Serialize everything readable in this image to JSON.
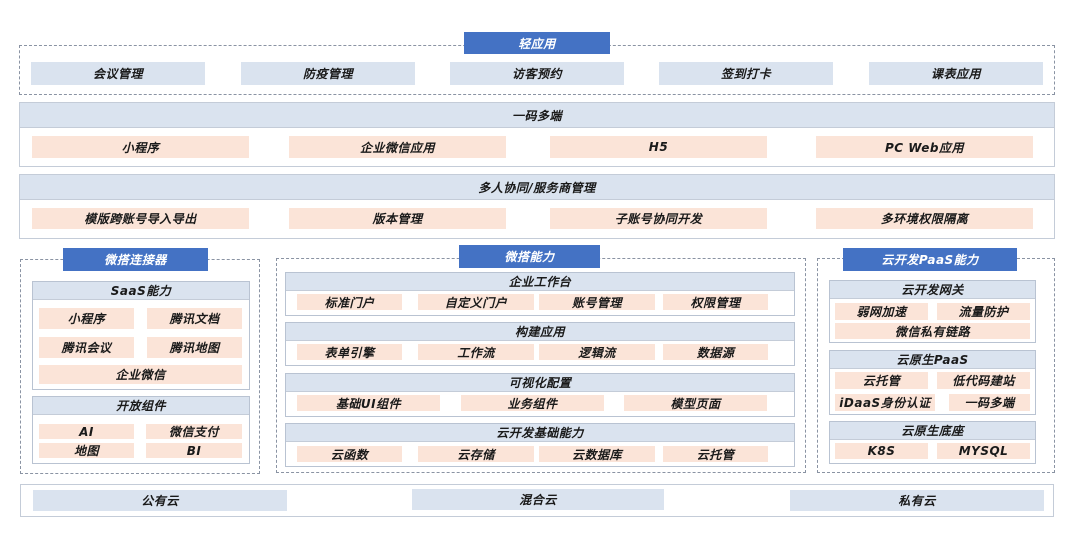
{
  "light_apps": {
    "title": "轻应用",
    "items": [
      "会议管理",
      "防疫管理",
      "访客预约",
      "签到打卡",
      "课表应用"
    ]
  },
  "multi_platform": {
    "title": "一码多端",
    "items": [
      "小程序",
      "企业微信应用",
      "H5",
      "PC Web应用"
    ]
  },
  "collaboration": {
    "title": "多人协同/服务商管理",
    "items": [
      "模版跨账号导入导出",
      "版本管理",
      "子账号协同开发",
      "多环境权限隔离"
    ]
  },
  "connector": {
    "title": "微搭连接器",
    "saas": {
      "title": "SaaS能力",
      "items": [
        "小程序",
        "腾讯文档",
        "腾讯会议",
        "腾讯地图",
        "企业微信"
      ]
    },
    "open": {
      "title": "开放组件",
      "items": [
        "AI",
        "微信支付",
        "地图",
        "BI"
      ]
    }
  },
  "capability": {
    "title": "微搭能力",
    "groups": [
      {
        "title": "企业工作台",
        "items": [
          "标准门户",
          "自定义门户",
          "账号管理",
          "权限管理"
        ]
      },
      {
        "title": "构建应用",
        "items": [
          "表单引擎",
          "工作流",
          "逻辑流",
          "数据源"
        ]
      },
      {
        "title": "可视化配置",
        "items": [
          "基础UI组件",
          "业务组件",
          "模型页面"
        ]
      },
      {
        "title": "云开发基础能力",
        "items": [
          "云函数",
          "云存储",
          "云数据库",
          "云托管"
        ]
      }
    ]
  },
  "paas": {
    "title": "云开发PaaS能力",
    "gateway": {
      "title": "云开发网关",
      "items": [
        "弱网加速",
        "流量防护",
        "微信私有链路"
      ]
    },
    "native": {
      "title": "云原生PaaS",
      "items": [
        "云托管",
        "低代码建站",
        "iDaaS身份认证",
        "一码多端"
      ]
    },
    "base": {
      "title": "云原生底座",
      "items": [
        "K8S",
        "MYSQL"
      ]
    }
  },
  "clouds": {
    "items": [
      "公有云",
      "混合云",
      "私有云"
    ]
  }
}
